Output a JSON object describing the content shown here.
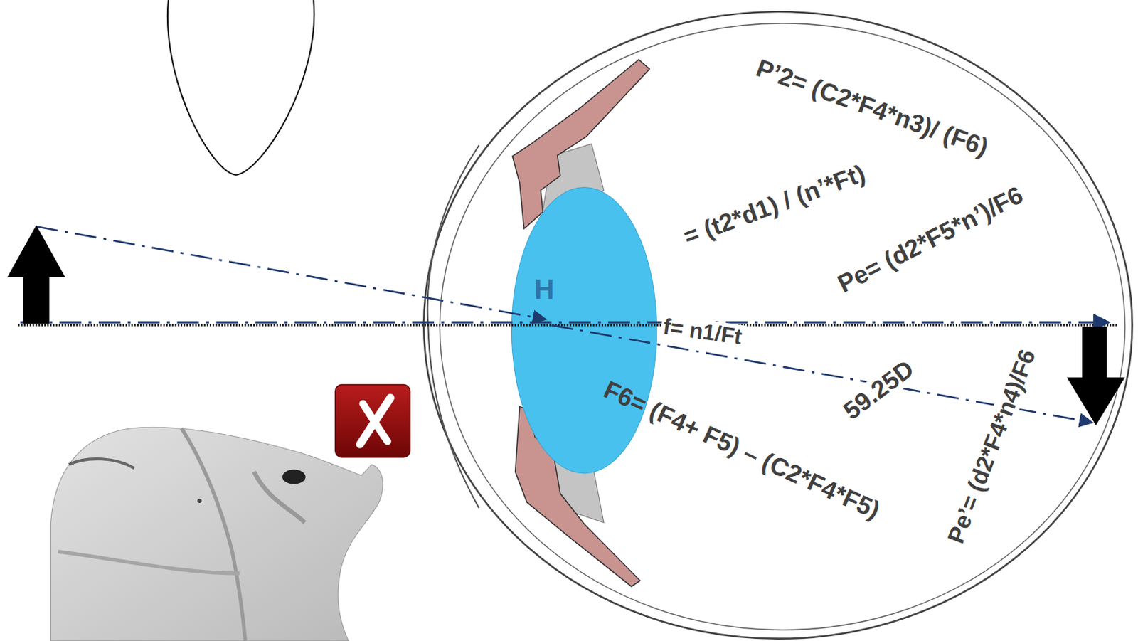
{
  "diagram": {
    "labels": [
      "P’2= (C2*F4*n3)/ (F6)",
      "= (t2*d1) / (n’*Ft)",
      "Pe= (d2*F5*n’)/F6",
      "H",
      "f= n1/Ft",
      "F6= (F4+ F5) – (C2*F4*F5)",
      "59.25D",
      "Pe’= (d2*F4*n4)/F6"
    ]
  }
}
